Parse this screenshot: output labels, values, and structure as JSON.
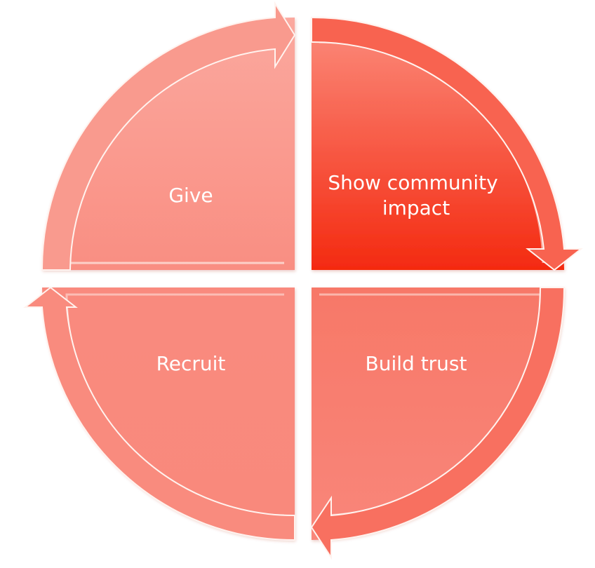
{
  "segments": [
    {
      "id": "give",
      "label_lines": [
        "Give"
      ]
    },
    {
      "id": "show-community-impact",
      "label_lines": [
        "Show community",
        "impact"
      ]
    },
    {
      "id": "build-trust",
      "label_lines": [
        "Build trust"
      ]
    },
    {
      "id": "recruit",
      "label_lines": [
        "Recruit"
      ]
    }
  ],
  "colors": {
    "give_fill": "#fa9b90",
    "impact_fill": "#f63a22",
    "trust_fill": "#f86e5d",
    "recruit_fill": "#f98477",
    "arrow_fill": "#fa8f82",
    "arrow_stroke": "#fff0ec"
  }
}
